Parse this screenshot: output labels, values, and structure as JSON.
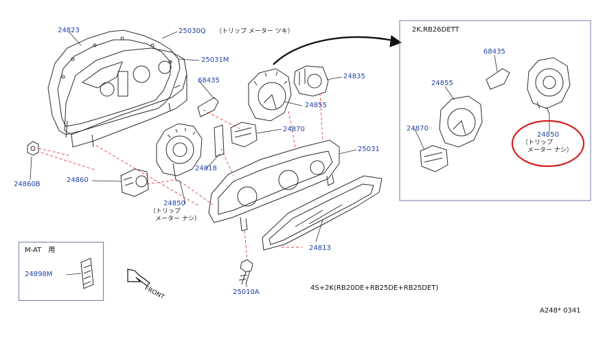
{
  "colors": {
    "part_number": "#1f3fa5",
    "line": "#2a2a2a",
    "leader_dash": "#e23b3b",
    "highlight_circle": "#d31f1f",
    "box_border": "#6f7aa8"
  },
  "labels": {
    "p24823": "24823",
    "p25030q": "25030Q",
    "p25030q_note": "（トリップ メーター ツキ）",
    "p25031m": "25031M",
    "p68435": "68435",
    "p24835": "24835",
    "p24855": "24855",
    "p24870": "24870",
    "p25031": "25031",
    "p24818": "24818",
    "p24860": "24860",
    "p24860b": "24860B",
    "p24850": "24850",
    "p24850_note1": "（トリップ",
    "p24850_note2": "メーター ナシ）",
    "p24813": "24813",
    "p25010a": "25010A",
    "front": "FRONT"
  },
  "inset_right": {
    "title": "2K,RB26DETT",
    "p68435": "68435",
    "p24855": "24855",
    "p24870": "24870",
    "p24850": "24850",
    "p24850_note1": "（トリップ",
    "p24850_note2": "メーター ナシ）"
  },
  "inset_left": {
    "title": "M-AT　用",
    "p24898m": "24898M"
  },
  "footer": {
    "model_note": "4S+2K(RB20DE+RB25DE+RB25DET)",
    "ref_code": "A248*  0341"
  }
}
